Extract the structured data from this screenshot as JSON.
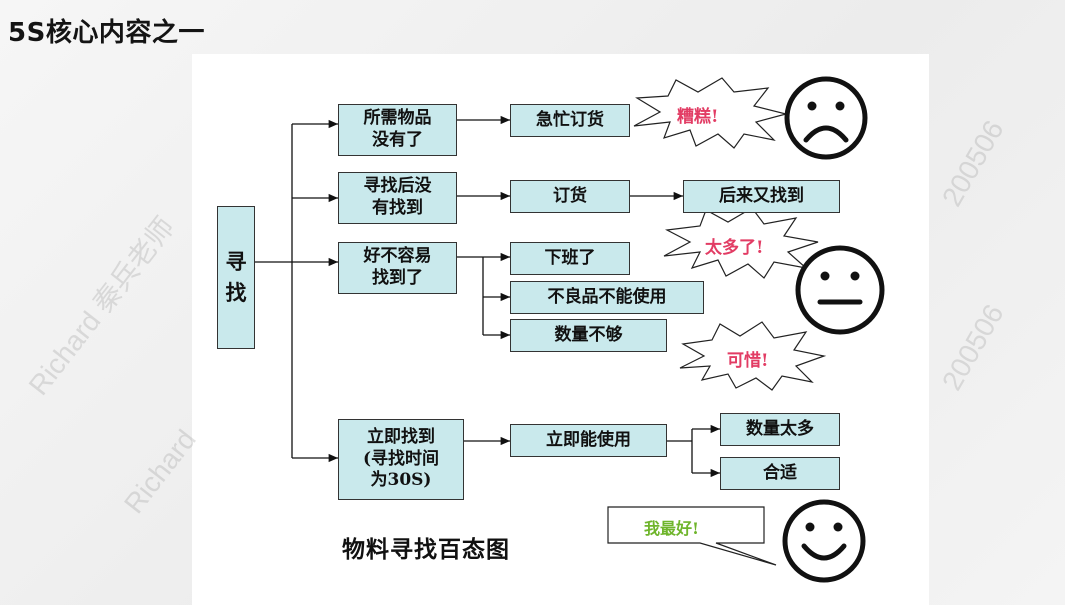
{
  "page": {
    "title": "5S核心内容之一"
  },
  "diagram": {
    "root": "寻\n找",
    "branches": {
      "not_available": "所需物品\n没有了",
      "found_after": "寻找后没\n有找到",
      "hard_to_find": "好不容易\n找到了",
      "found_immediately": "立即找到\n(寻找时间\n为30S)"
    },
    "outcomes": {
      "rush_order": "急忙订货",
      "order": "订货",
      "found_later": "后来又找到",
      "off_work": "下班了",
      "defective": "不良品不能使用",
      "not_enough": "数量不够",
      "use_immediately": "立即能使用",
      "too_many_qty": "数量太多",
      "suitable": "合适"
    },
    "exclamations": {
      "terrible": "糟糕!",
      "too_many": "太多了!",
      "pity": "可惜!",
      "best": "我最好!"
    },
    "caption": "物料寻找百态图"
  },
  "watermarks": {
    "teacher": "Richard 秦兵老师",
    "short": "Richard",
    "code_1": "200506",
    "code_2": "200506"
  },
  "colors": {
    "node_fill": "#c9e9ec",
    "burst_text": "#e23c64",
    "speech_text": "#6fb52c"
  },
  "faces": {
    "sad": "sad-face-icon",
    "neutral": "neutral-face-icon",
    "happy": "happy-face-icon"
  }
}
